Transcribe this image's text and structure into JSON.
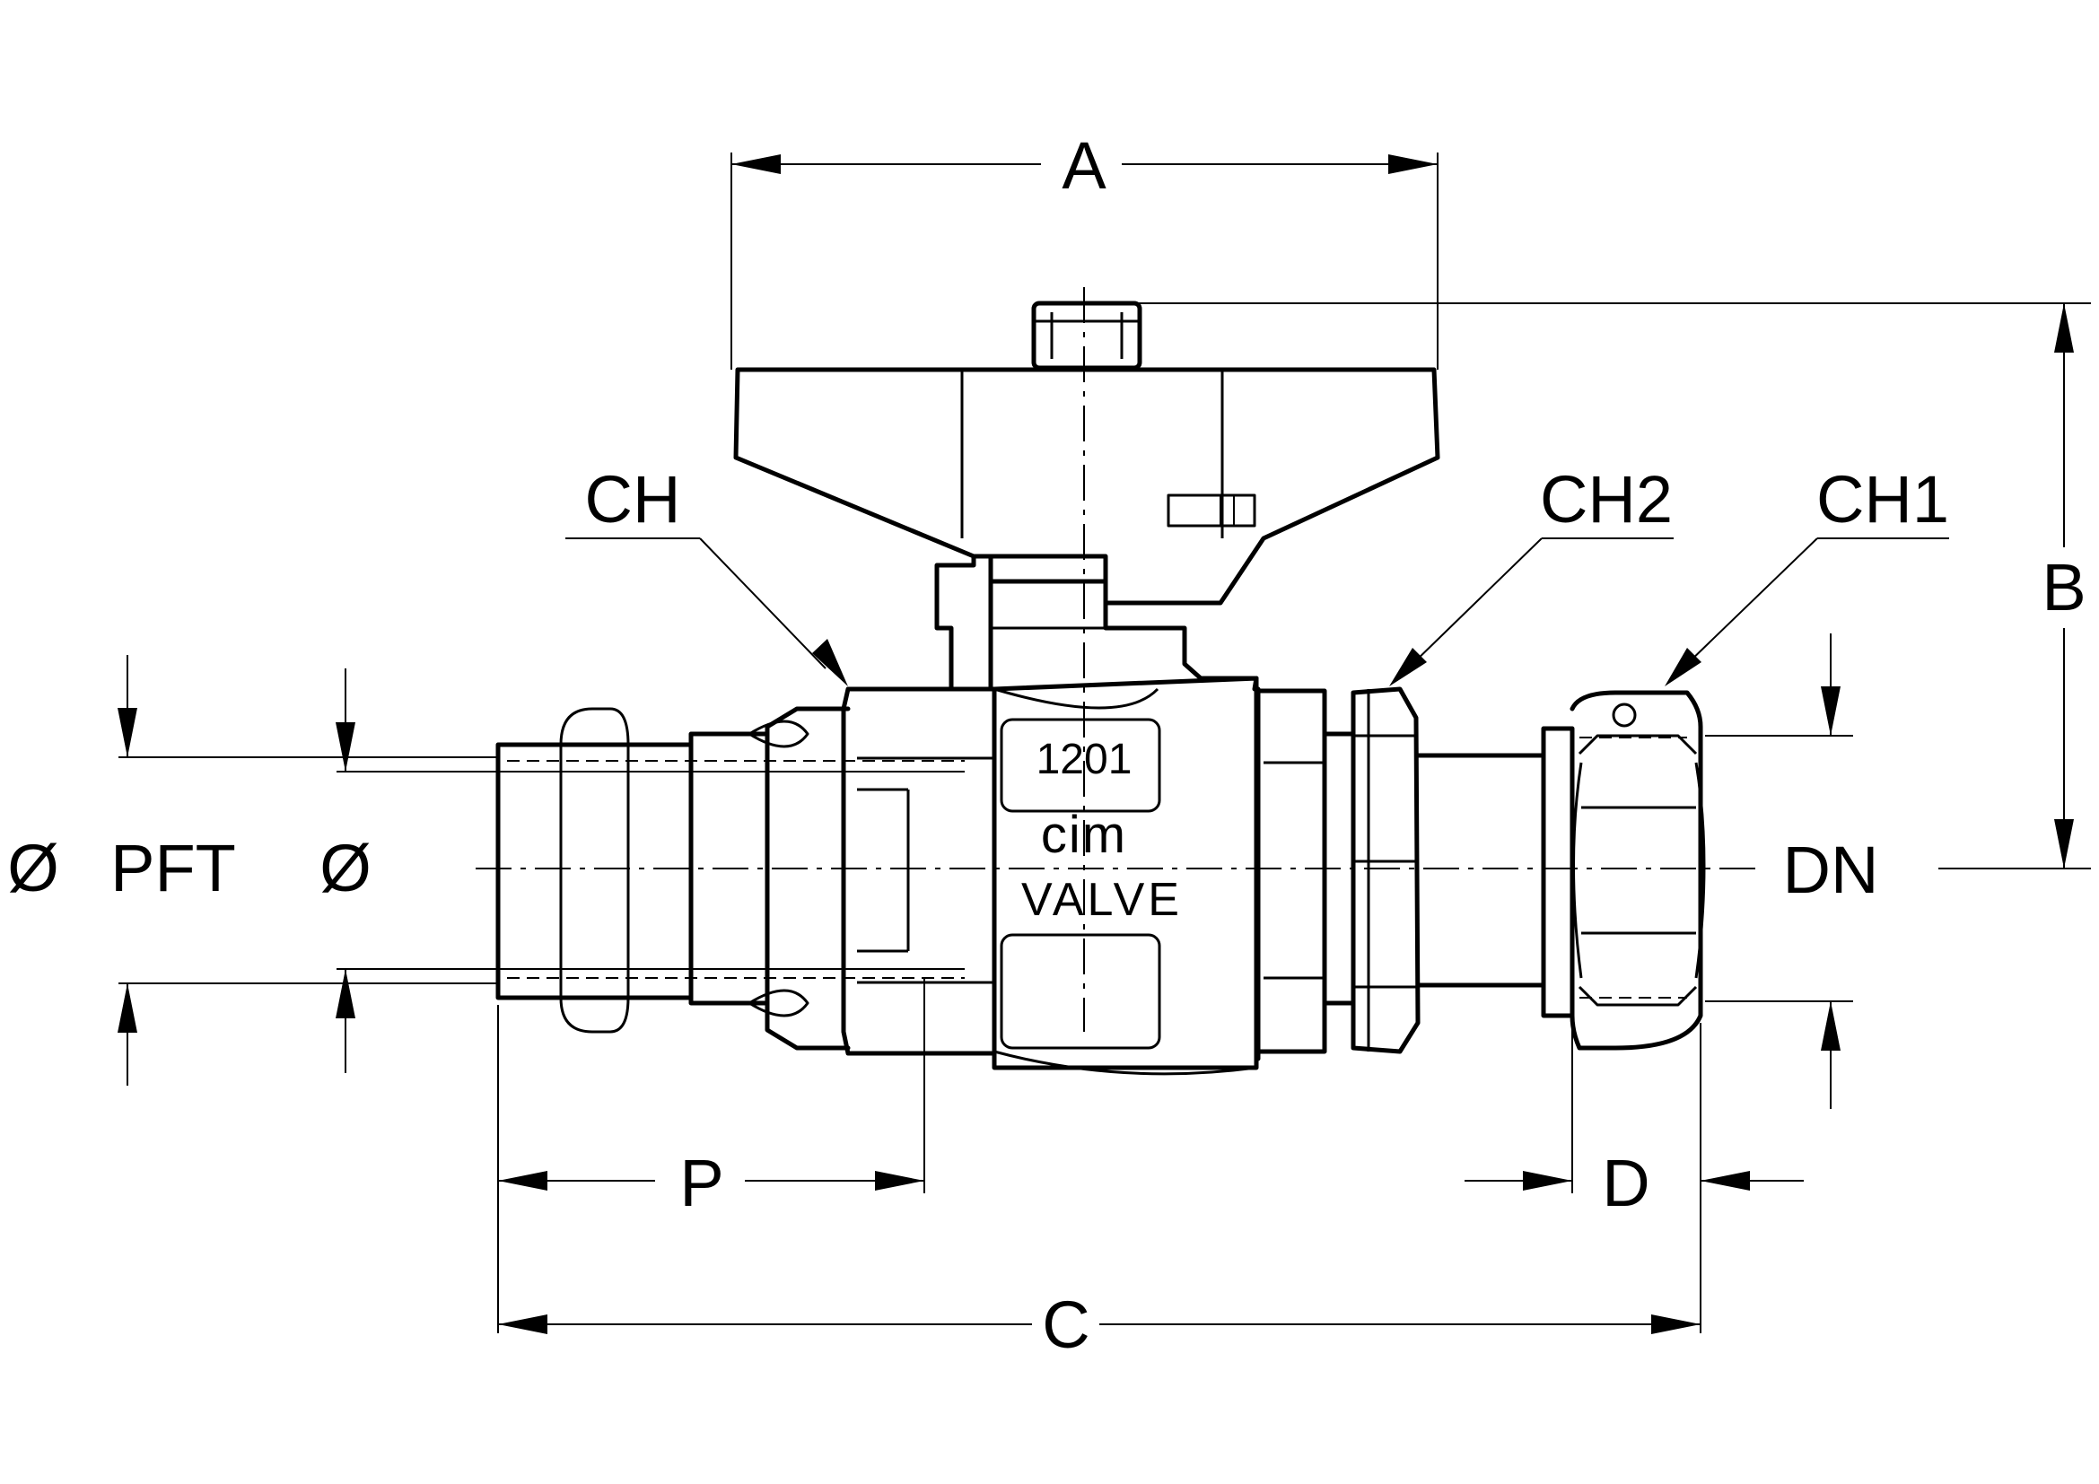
{
  "labels": {
    "A": "A",
    "B": "B",
    "C": "C",
    "D": "D",
    "P": "P",
    "DN": "DN",
    "CH": "CH",
    "CH1": "CH1",
    "CH2": "CH2",
    "phi_left": "Ø",
    "PFT": "PFT",
    "phi_right": "Ø"
  },
  "body_markings": {
    "code": "1201",
    "brand": "cim",
    "word": "VALVE"
  }
}
